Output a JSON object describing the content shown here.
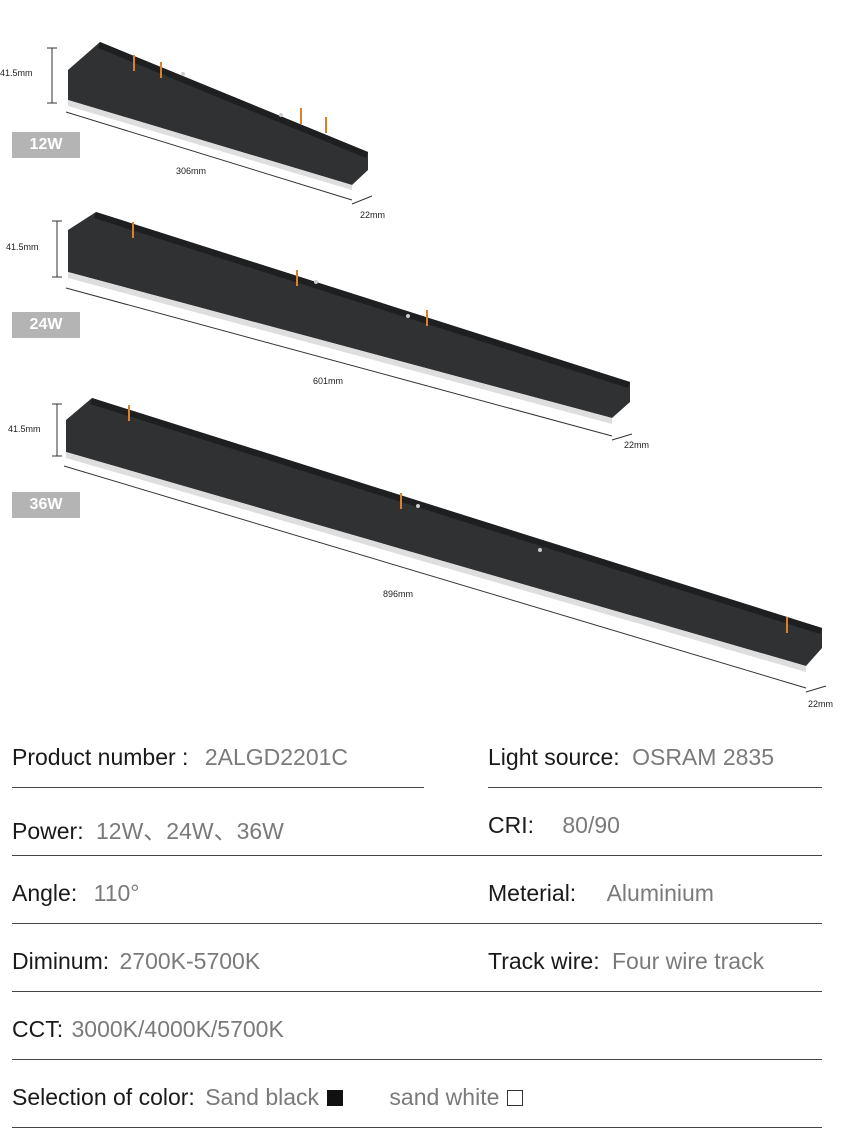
{
  "products": [
    {
      "badge": "12W",
      "height": "41.5mm",
      "length": "306mm",
      "width": "22mm"
    },
    {
      "badge": "24W",
      "height": "41.5mm",
      "length": "601mm",
      "width": "22mm"
    },
    {
      "badge": "36W",
      "height": "41.5mm",
      "length": "896mm",
      "width": "22mm"
    }
  ],
  "specs": {
    "product_number": {
      "label": "Product number :",
      "value": "2ALGD2201C"
    },
    "light_source": {
      "label": "Light source:",
      "value": "OSRAM 2835"
    },
    "power": {
      "label": "Power:",
      "value": "12W、24W、36W"
    },
    "cri": {
      "label": "CRI:",
      "value": "80/90"
    },
    "angle": {
      "label": "Angle:",
      "value": "110°"
    },
    "material": {
      "label": "Meterial:",
      "value": "Aluminium"
    },
    "diminum": {
      "label": "Diminum:",
      "value": "2700K-5700K"
    },
    "track_wire": {
      "label": "Track wire:",
      "value": "Four wire track"
    },
    "cct": {
      "label": "CCT:",
      "value": "3000K/4000K/5700K"
    },
    "color": {
      "label": "Selection of color:",
      "black": "Sand black",
      "white": "sand white"
    }
  },
  "colors": {
    "housing": "#2f3133",
    "diffuser": "#e4e4e4",
    "accent": "#d9822b",
    "badge": "#b4b4b4"
  }
}
